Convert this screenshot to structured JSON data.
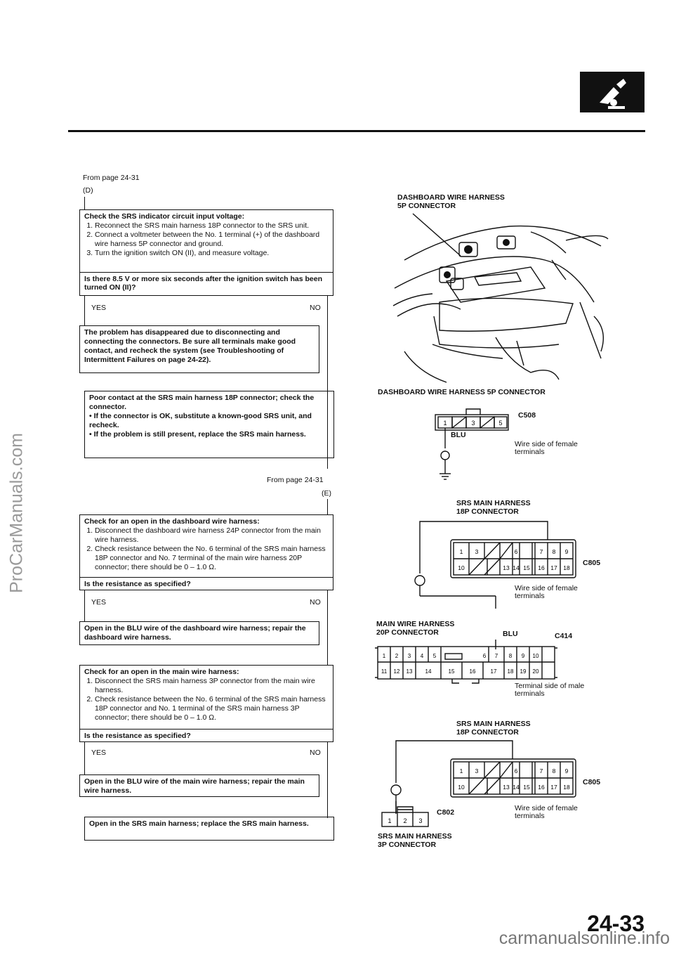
{
  "watermark": "ProCarManuals.com",
  "footer_url": "carmanualsonline.info",
  "page_number": "24-33",
  "left": {
    "from_d": "From page 24-31",
    "from_d_ref": "(D)",
    "box1_title": "Check the SRS indicator circuit input voltage:",
    "box1_steps": [
      "Reconnect the SRS main harness 18P connector to the SRS unit.",
      "Connect a voltmeter between the No. 1 terminal (+) of the dashboard wire harness 5P connector and ground.",
      "Turn the ignition switch ON (II), and measure voltage."
    ],
    "box1_question": "Is there 8.5 V or more six seconds after the ignition switch has been turned ON (II)?",
    "yes": "YES",
    "no": "NO",
    "box2": "The problem has disappeared due to disconnecting and connecting the connectors. Be sure all terminals make good contact, and recheck the system (see Troubleshooting of Intermittent Failures on page 24-22).",
    "box3_title": "Poor contact at the SRS main harness 18P connector; check the connector.",
    "box3_bullets": [
      "If the connector is OK, substitute a known-good SRS unit, and recheck.",
      "If the problem is still present, replace the SRS main harness."
    ],
    "from_e": "From page 24-31",
    "from_e_ref": "(E)",
    "box4_title": "Check for an open in the dashboard wire harness:",
    "box4_steps": [
      "Disconnect the dashboard wire harness 24P connector from the main wire harness.",
      "Check resistance between the No. 6 terminal of the SRS main harness 18P connector and No. 7 terminal of the main wire harness 20P connector; there should be 0 – 1.0 Ω."
    ],
    "box4_question": "Is the resistance as specified?",
    "box5": "Open in the BLU wire of the dashboard wire harness; repair the dashboard wire harness.",
    "box6_title": "Check for an open in the main wire harness:",
    "box6_steps": [
      "Disconnect the SRS main harness 3P connector from the main wire harness.",
      "Check resistance between the No. 6 terminal of the SRS main harness 18P connector and No. 1 terminal of the SRS main harness 3P connector; there should be 0 – 1.0 Ω."
    ],
    "box6_question": "Is the resistance as specified?",
    "box7": "Open in the BLU wire of the main wire harness; repair the main wire harness.",
    "box8": "Open in the SRS main harness; replace the SRS main harness."
  },
  "right": {
    "dash_top_label_1": "DASHBOARD WIRE HARNESS",
    "dash_top_label_2": "5P CONNECTOR",
    "dash_caption": "DASHBOARD WIRE HARNESS 5P CONNECTOR",
    "c508": "C508",
    "blu": "BLU",
    "wire_side_female_1": "Wire side of female",
    "wire_side_female_2": "terminals",
    "pins_5p": [
      "1",
      "3",
      "5"
    ],
    "srs18_label_1": "SRS MAIN HARNESS",
    "srs18_label_2": "18P CONNECTOR",
    "c805": "C805",
    "pins_18_top": [
      "1",
      "3",
      "6",
      "7",
      "8",
      "9"
    ],
    "pins_18_bottom": [
      "10",
      "13",
      "14",
      "15",
      "16",
      "17",
      "18"
    ],
    "main20_label_1": "MAIN WIRE HARNESS",
    "main20_label_2": "20P CONNECTOR",
    "c414": "C414",
    "pins_20_top": [
      "1",
      "2",
      "3",
      "4",
      "5",
      "6",
      "7",
      "8",
      "9",
      "10"
    ],
    "pins_20_bottom": [
      "11",
      "12",
      "13",
      "14",
      "15",
      "16",
      "17",
      "18",
      "19",
      "20"
    ],
    "terminal_side_male_1": "Terminal side of male",
    "terminal_side_male_2": "terminals",
    "c802": "C802",
    "pins_3p": [
      "1",
      "2",
      "3"
    ],
    "srs3_label_1": "SRS MAIN HARNESS",
    "srs3_label_2": "3P CONNECTOR"
  }
}
